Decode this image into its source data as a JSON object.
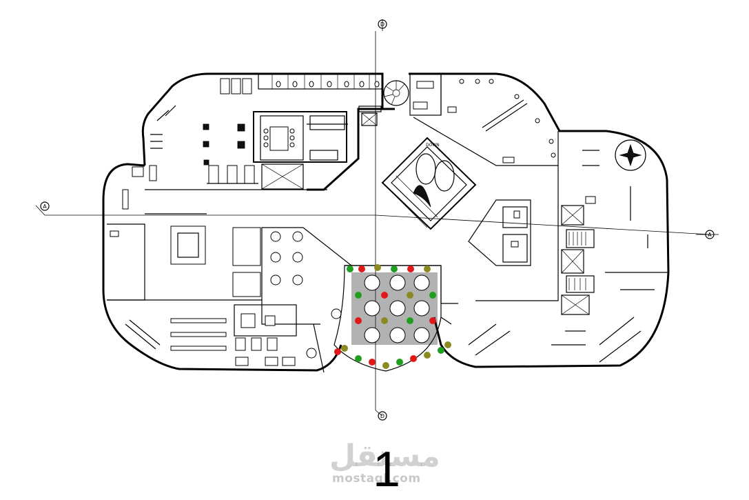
{
  "drawing": {
    "sheet_number": "1",
    "up_label": "DOWN",
    "watermark": {
      "arabic": "مستقل",
      "latin": "mostaql.com"
    }
  },
  "grid_markers": {
    "top": "D",
    "bottom": "D",
    "left": "A",
    "right": "A"
  },
  "colors": {
    "lines": "#000000",
    "plant_green": "#1f9e1f",
    "plant_red": "#e01818",
    "plant_olive": "#8a8a20"
  }
}
